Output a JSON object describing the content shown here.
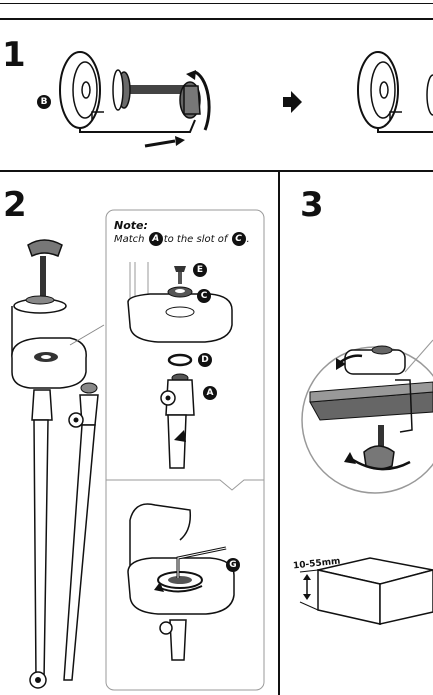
{
  "steps": [
    {
      "number": "1"
    },
    {
      "number": "2"
    },
    {
      "number": "3"
    }
  ],
  "note": {
    "title": "Note:",
    "line_before": "Match",
    "line_middle": "to the slot of",
    "line_after": "."
  },
  "callouts": {
    "A": "A",
    "B": "B",
    "C": "C",
    "D": "D",
    "E": "E",
    "G": "G"
  },
  "dimension_label": "10-55mm",
  "icons": [
    "right-arrow-icon",
    "rotate-arrow-icon",
    "slide-arrow-icon"
  ],
  "colors": {
    "ink": "#111111",
    "panel_border": "#9a9a9a",
    "fill_gray": "#5a5a5a"
  }
}
